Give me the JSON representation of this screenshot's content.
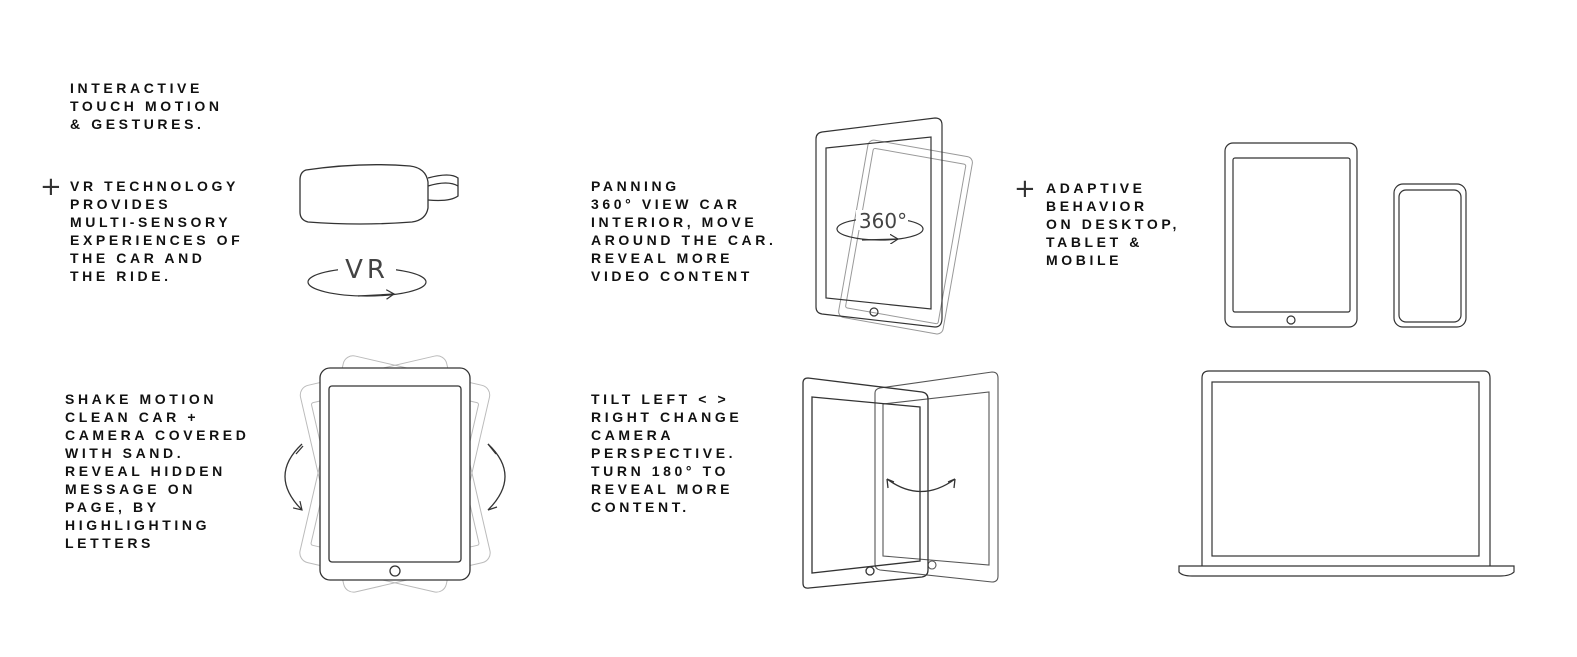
{
  "touch_motion": {
    "heading": [
      "INTERACTIVE",
      "TOUCH MOTION",
      "& GESTURES."
    ]
  },
  "features": {
    "vr": {
      "plus": "+",
      "lines": [
        "VR TECHNOLOGY",
        "PROVIDES",
        "MULTI-SENSORY",
        "EXPERIENCES OF",
        "THE CAR AND",
        "THE RIDE."
      ],
      "icon_label": "VR",
      "icon": "vr-headset-icon"
    },
    "panning": {
      "lines": [
        "PANNING",
        "360° VIEW CAR",
        "INTERIOR, MOVE",
        "AROUND THE CAR.",
        "REVEAL MORE",
        "VIDEO CONTENT"
      ],
      "icon_label": "360°",
      "icon": "tablet-360-icon"
    },
    "adaptive": {
      "plus": "+",
      "lines": [
        "ADAPTIVE",
        "BEHAVIOR",
        "ON DESKTOP,",
        "TABLET &",
        "MOBILE"
      ],
      "icons": [
        "tablet-icon",
        "phone-icon",
        "laptop-icon"
      ]
    },
    "shake": {
      "lines": [
        "SHAKE MOTION",
        "CLEAN CAR +",
        "CAMERA COVERED",
        "WITH SAND.",
        "REVEAL HIDDEN",
        "MESSAGE ON",
        "PAGE, BY",
        "HIGHLIGHTING",
        "LETTERS"
      ],
      "icon": "tablet-shake-icon"
    },
    "tilt": {
      "lines": [
        "TILT LEFT < >",
        "RIGHT CHANGE",
        "CAMERA",
        "PERSPECTIVE.",
        "TURN 180° TO",
        "REVEAL MORE",
        "CONTENT."
      ],
      "icon": "tablet-tilt-icon"
    }
  }
}
